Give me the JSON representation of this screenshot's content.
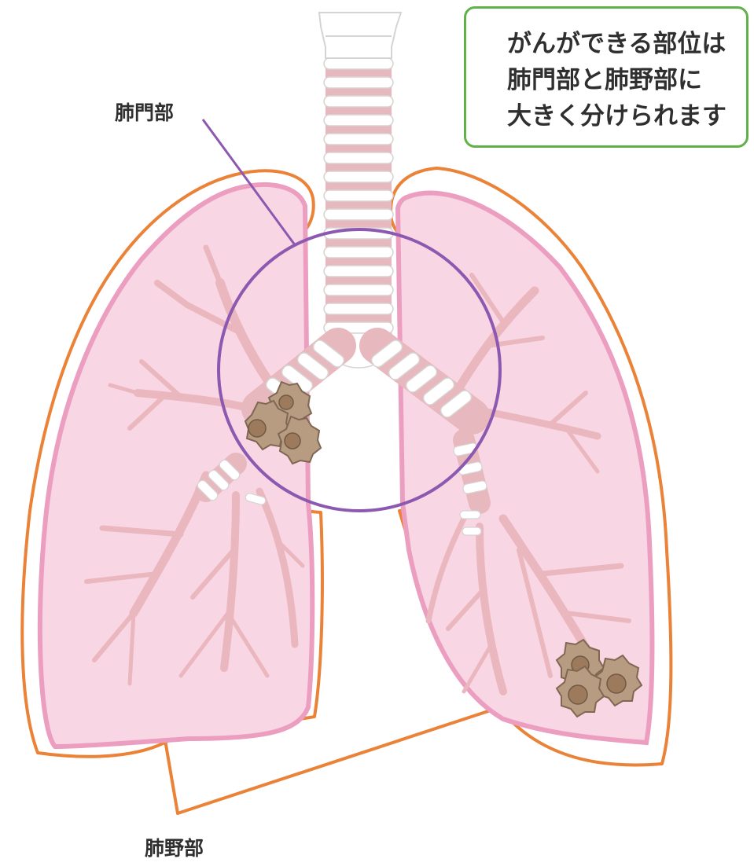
{
  "callout": {
    "lines": [
      "がんができる部位は",
      "肺門部と肺野部に",
      "大きく分けられます"
    ]
  },
  "labels": {
    "hilar": "肺門部",
    "peripheral": "肺野部"
  },
  "colors": {
    "lung_fill": "#f8d6e3",
    "lung_edge": "#ec9ec0",
    "bronchi": "#eab7bf",
    "trachea_ring": "#e7b9bf",
    "peripheral_outline": "#ea8237",
    "hilar_circle": "#8c58b0",
    "tumor": "#b79c82",
    "tumor_core": "#9e7a5c",
    "callout_border": "#5fb14a",
    "text": "#2f2f2f"
  }
}
